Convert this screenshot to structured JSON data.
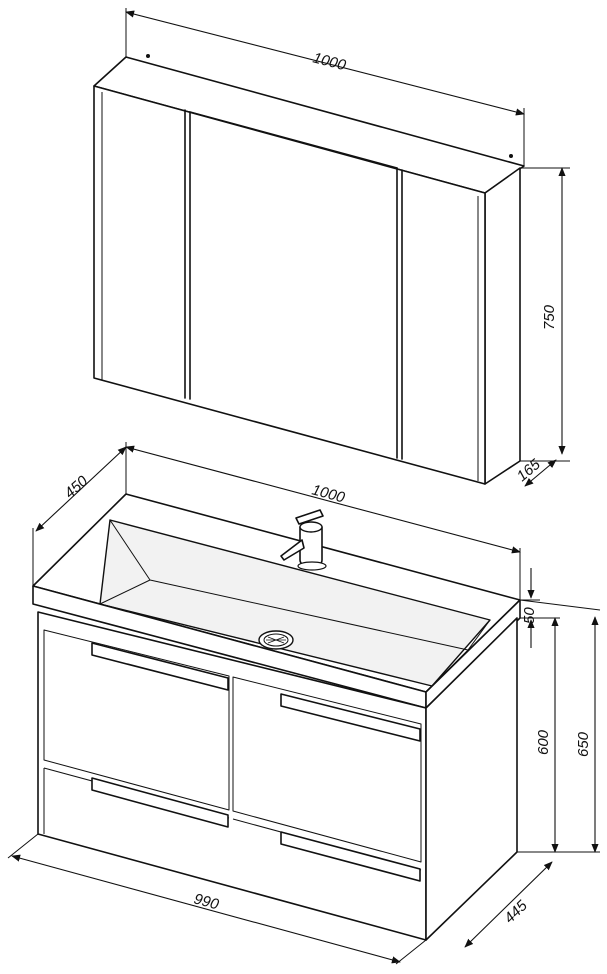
{
  "dimensions": {
    "cabinet_width": "1000",
    "cabinet_height": "750",
    "cabinet_depth": "165",
    "sink_width": "1000",
    "sink_depth": "450",
    "sink_top_thickness": "50",
    "vanity_height": "600",
    "total_height": "650",
    "vanity_width": "990",
    "vanity_depth": "445"
  }
}
